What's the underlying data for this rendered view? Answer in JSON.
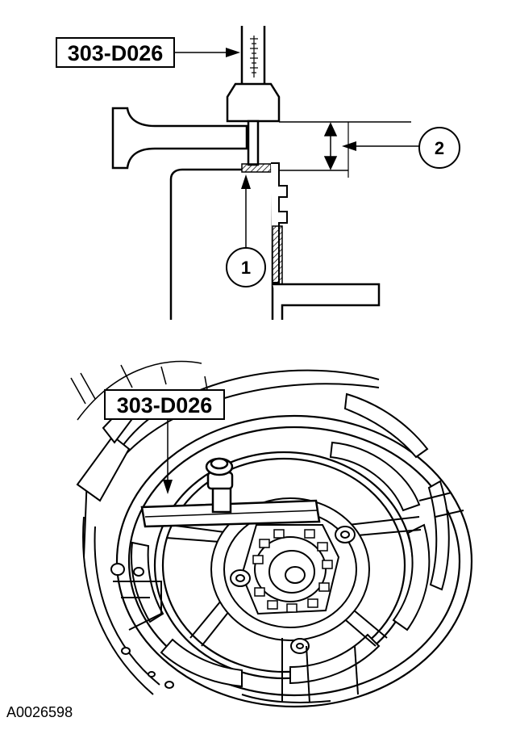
{
  "top_view": {
    "tool_label": "303-D026",
    "callout_1": "1",
    "callout_2": "2"
  },
  "bottom_view": {
    "tool_label": "303-D026"
  },
  "figure_id": "A0026598"
}
